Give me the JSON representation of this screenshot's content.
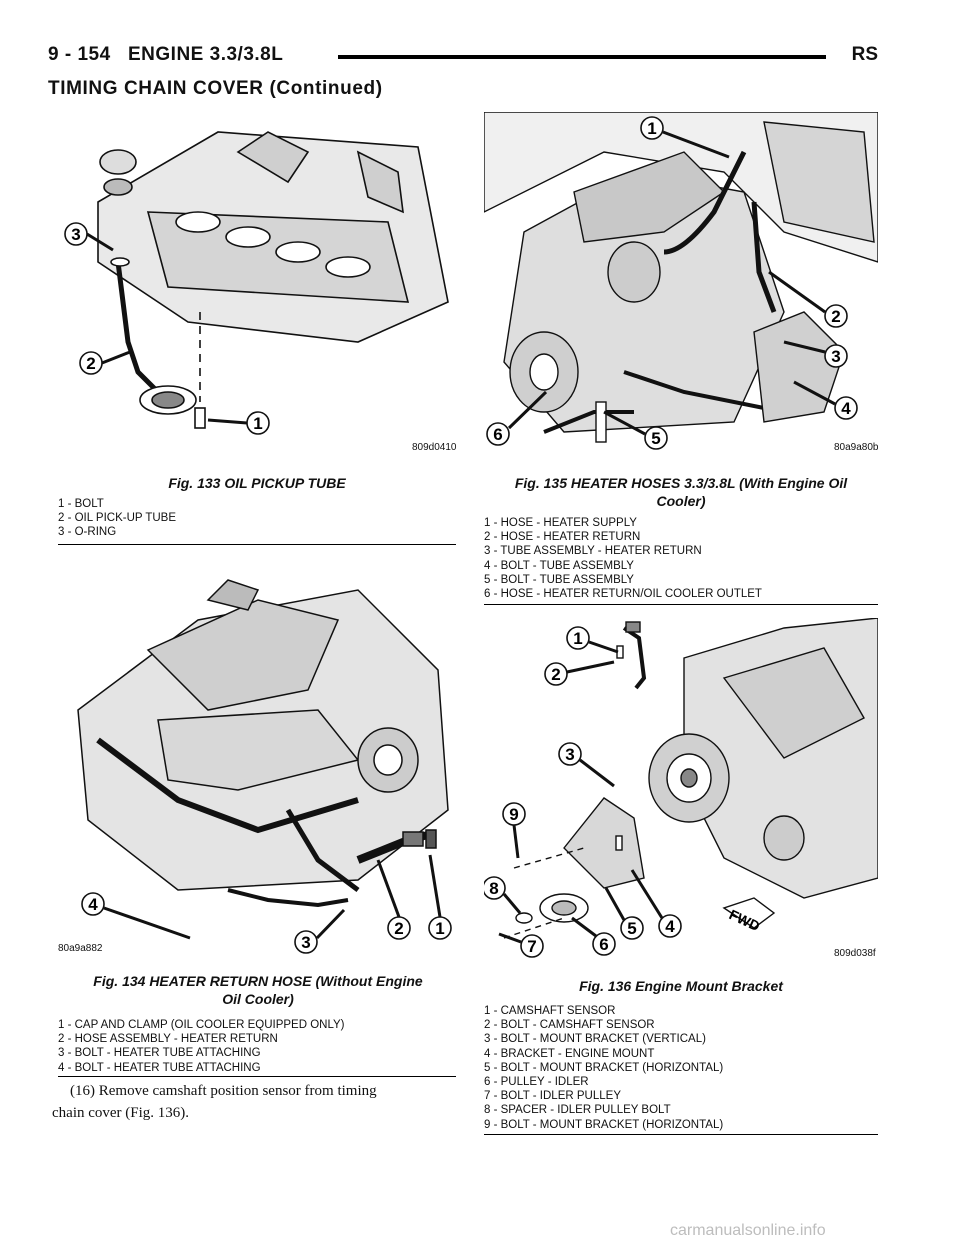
{
  "header": {
    "page_number": "9 - 154",
    "title": "ENGINE 3.3/3.8L",
    "model_code": "RS"
  },
  "section_title": "TIMING CHAIN COVER (Continued)",
  "figures": [
    {
      "id": "fig133",
      "image_code": "809d0410",
      "caption": "Fig. 133 OIL PICKUP TUBE",
      "legend": [
        "1 - BOLT",
        "2 - OIL PICK-UP TUBE",
        "3 - O-RING"
      ],
      "callouts": [
        "1",
        "2",
        "3"
      ]
    },
    {
      "id": "fig134",
      "image_code": "80a9a882",
      "caption_line1": "Fig. 134 HEATER RETURN HOSE (Without Engine",
      "caption_line2": "Oil Cooler)",
      "legend": [
        "1 - CAP AND CLAMP (OIL COOLER EQUIPPED ONLY)",
        "2 - HOSE ASSEMBLY - HEATER RETURN",
        "3 - BOLT - HEATER TUBE ATTACHING",
        "4 - BOLT - HEATER TUBE ATTACHING"
      ],
      "callouts": [
        "1",
        "2",
        "3",
        "4"
      ]
    },
    {
      "id": "fig135",
      "image_code": "80a9a80b",
      "caption_line1": "Fig. 135 HEATER HOSES 3.3/3.8L (With Engine Oil",
      "caption_line2": "Cooler)",
      "legend": [
        "1 - HOSE - HEATER SUPPLY",
        "2 - HOSE - HEATER RETURN",
        "3 - TUBE ASSEMBLY - HEATER RETURN",
        "4 - BOLT - TUBE ASSEMBLY",
        "5 - BOLT - TUBE ASSEMBLY",
        "6 - HOSE - HEATER RETURN/OIL COOLER OUTLET"
      ],
      "callouts": [
        "1",
        "2",
        "3",
        "4",
        "5",
        "6"
      ]
    },
    {
      "id": "fig136",
      "image_code": "809d038f",
      "fwd_label": "FWD",
      "caption": "Fig. 136 Engine Mount Bracket",
      "legend": [
        "1 - CAMSHAFT SENSOR",
        "2 - BOLT - CAMSHAFT SENSOR",
        "3 - BOLT - MOUNT BRACKET (VERTICAL)",
        "4 - BRACKET - ENGINE MOUNT",
        "5 - BOLT - MOUNT BRACKET (HORIZONTAL)",
        "6 - PULLEY - IDLER",
        "7 - BOLT - IDLER PULLEY",
        "8 - SPACER - IDLER PULLEY BOLT",
        "9 - BOLT - MOUNT BRACKET (HORIZONTAL)"
      ],
      "callouts": [
        "1",
        "2",
        "3",
        "4",
        "5",
        "6",
        "7",
        "8",
        "9"
      ]
    }
  ],
  "body_text": {
    "line1": "(16) Remove camshaft position sensor from timing",
    "line2": "chain cover (Fig. 136)."
  },
  "watermark": "carmanualsonline.info"
}
